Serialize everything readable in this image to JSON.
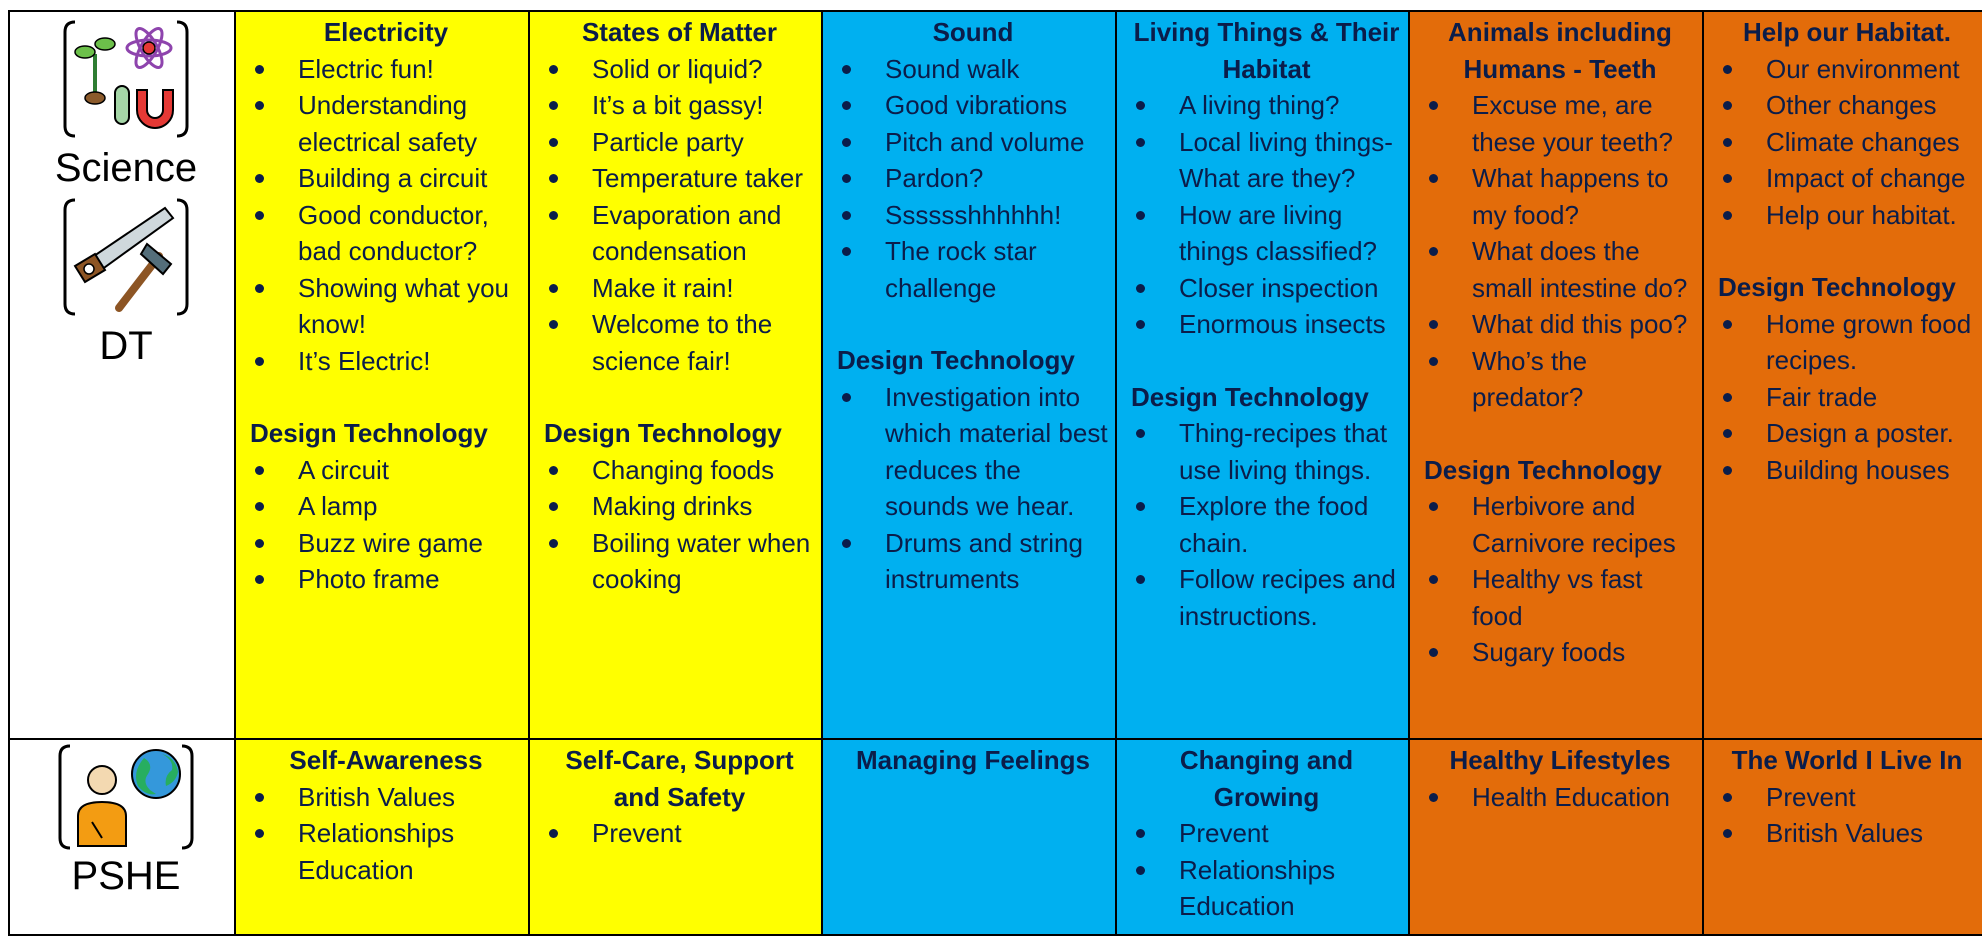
{
  "science_dt_row": {
    "labels": {
      "science": "Science",
      "dt": "DT"
    },
    "topics": [
      {
        "title": "Electricity",
        "items": [
          "Electric fun!",
          "Understanding electrical safety",
          "Building a circuit",
          "Good conductor, bad conductor?",
          "Showing what you know!",
          "It’s Electric!"
        ],
        "dt_heading": "Design Technology",
        "dt_items": [
          "A circuit",
          "A lamp",
          "Buzz wire game",
          "Photo frame"
        ]
      },
      {
        "title": "States of Matter",
        "items": [
          "Solid or liquid?",
          "It’s a bit gassy!",
          "Particle party",
          "Temperature taker",
          "Evaporation and condensation",
          "Make it rain!",
          "Welcome to the science fair!"
        ],
        "dt_heading": "Design Technology",
        "dt_items": [
          "Changing foods",
          "Making drinks",
          "Boiling water when cooking"
        ]
      },
      {
        "title": "Sound",
        "items": [
          "Sound walk",
          "Good vibrations",
          "Pitch and volume",
          "Pardon?",
          "Sssssshhhhhh!",
          "The rock star challenge"
        ],
        "dt_heading": "Design Technology",
        "dt_items": [
          "Investigation into which material best reduces the sounds we hear.",
          "Drums and string instruments"
        ]
      },
      {
        "title": "Living Things & Their Habitat",
        "items": [
          "A living thing?",
          "Local living things-What are they?",
          "How are living things classified?",
          "Closer inspection",
          "Enormous insects"
        ],
        "dt_heading": "Design Technology",
        "dt_items": [
          "Thing-recipes that use living things.",
          "Explore the food chain.",
          "Follow recipes and instructions."
        ]
      },
      {
        "title": "Animals including Humans - Teeth",
        "items": [
          "Excuse me, are these your teeth?",
          "What happens to my food?",
          "What does the small intestine do?",
          "What did this poo?",
          "Who’s the predator?"
        ],
        "dt_heading": "Design Technology",
        "dt_items": [
          "Herbivore and Carnivore recipes",
          "Healthy vs fast food",
          "Sugary foods"
        ]
      },
      {
        "title": "Help our Habitat.",
        "items": [
          "Our environment",
          "Other changes",
          "Climate changes",
          "Impact of change",
          "Help our habitat."
        ],
        "dt_heading": "Design Technology",
        "dt_items": [
          "Home grown food recipes.",
          "Fair trade",
          "Design a poster.",
          "Building houses"
        ]
      }
    ]
  },
  "pshe_row": {
    "label": "PSHE",
    "topics": [
      {
        "title": "Self-Awareness",
        "items": [
          "British Values",
          "Relationships Education"
        ]
      },
      {
        "title": "Self-Care, Support and Safety",
        "items": [
          "Prevent"
        ]
      },
      {
        "title": "Managing Feelings",
        "items": []
      },
      {
        "title": "Changing and Growing",
        "items": [
          "Prevent",
          "Relationships Education"
        ]
      },
      {
        "title": "Healthy Lifestyles",
        "items": [
          "Health Education"
        ]
      },
      {
        "title": "The World I Live In",
        "items": [
          "Prevent",
          "British Values"
        ]
      }
    ]
  },
  "icons": {
    "science": "science-symbol-icon",
    "dt": "saw-and-hammer-icon",
    "pshe": "person-and-globe-icon"
  },
  "colors": {
    "yellow": "#ffff00",
    "blue": "#00b0f0",
    "orange": "#e36c0a",
    "text": "#0b1d4a"
  }
}
